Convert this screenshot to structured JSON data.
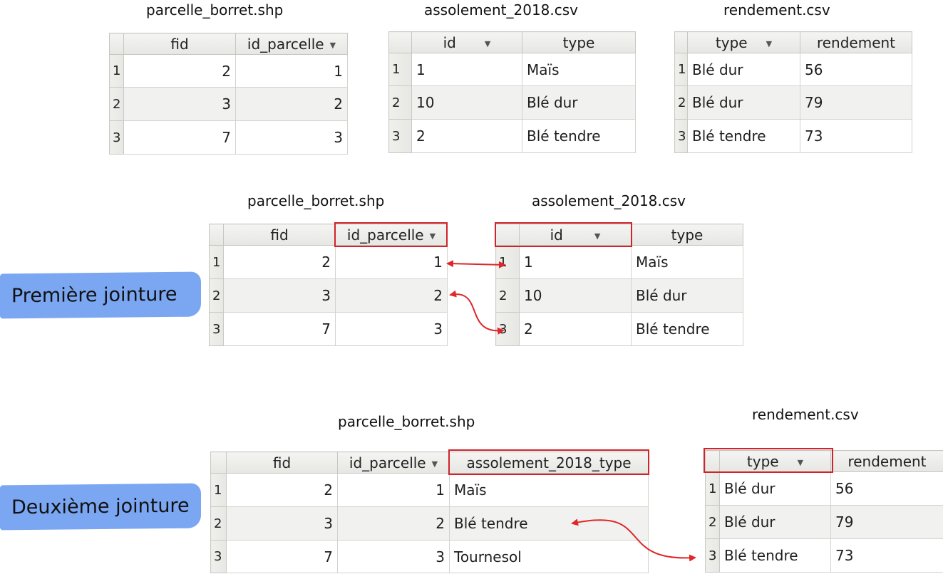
{
  "top": {
    "parcelle": {
      "caption": "parcelle_borret.shp",
      "headers": [
        "fid",
        "id_parcelle"
      ],
      "rows": [
        [
          "1",
          "2",
          "1"
        ],
        [
          "2",
          "3",
          "2"
        ],
        [
          "3",
          "7",
          "3"
        ]
      ]
    },
    "assolement": {
      "caption": "assolement_2018.csv",
      "headers": [
        "id",
        "type"
      ],
      "rows": [
        [
          "1",
          "1",
          "Maïs"
        ],
        [
          "2",
          "10",
          "Blé dur"
        ],
        [
          "3",
          "2",
          "Blé tendre"
        ]
      ]
    },
    "rendement": {
      "caption": "rendement.csv",
      "headers": [
        "type",
        "rendement"
      ],
      "rows": [
        [
          "1",
          "Blé dur",
          "56"
        ],
        [
          "2",
          "Blé dur",
          "79"
        ],
        [
          "3",
          "Blé tendre",
          "73"
        ]
      ]
    }
  },
  "join1": {
    "label": "Première jointure",
    "parcelle": {
      "caption": "parcelle_borret.shp",
      "headers": [
        "fid",
        "id_parcelle"
      ],
      "rows": [
        [
          "1",
          "2",
          "1"
        ],
        [
          "2",
          "3",
          "2"
        ],
        [
          "3",
          "7",
          "3"
        ]
      ]
    },
    "assolement": {
      "caption": "assolement_2018.csv",
      "headers": [
        "id",
        "type"
      ],
      "rows": [
        [
          "1",
          "1",
          "Maïs"
        ],
        [
          "2",
          "10",
          "Blé dur"
        ],
        [
          "3",
          "2",
          "Blé tendre"
        ]
      ]
    }
  },
  "join2": {
    "label": "Deuxième jointure",
    "parcelle": {
      "caption": "parcelle_borret.shp",
      "headers": [
        "fid",
        "id_parcelle",
        "assolement_2018_type"
      ],
      "rows": [
        [
          "1",
          "2",
          "1",
          "Maïs"
        ],
        [
          "2",
          "3",
          "2",
          "Blé tendre"
        ],
        [
          "3",
          "7",
          "3",
          "Tournesol"
        ]
      ]
    },
    "rendement": {
      "caption": "rendement.csv",
      "headers": [
        "type",
        "rendement"
      ],
      "rows": [
        [
          "1",
          "Blé dur",
          "56"
        ],
        [
          "2",
          "Blé dur",
          "79"
        ],
        [
          "3",
          "Blé tendre",
          "73"
        ]
      ]
    }
  },
  "colors": {
    "highlight": "#d0242b",
    "badge": "#7aa6f2",
    "arrow": "#e0262b"
  }
}
